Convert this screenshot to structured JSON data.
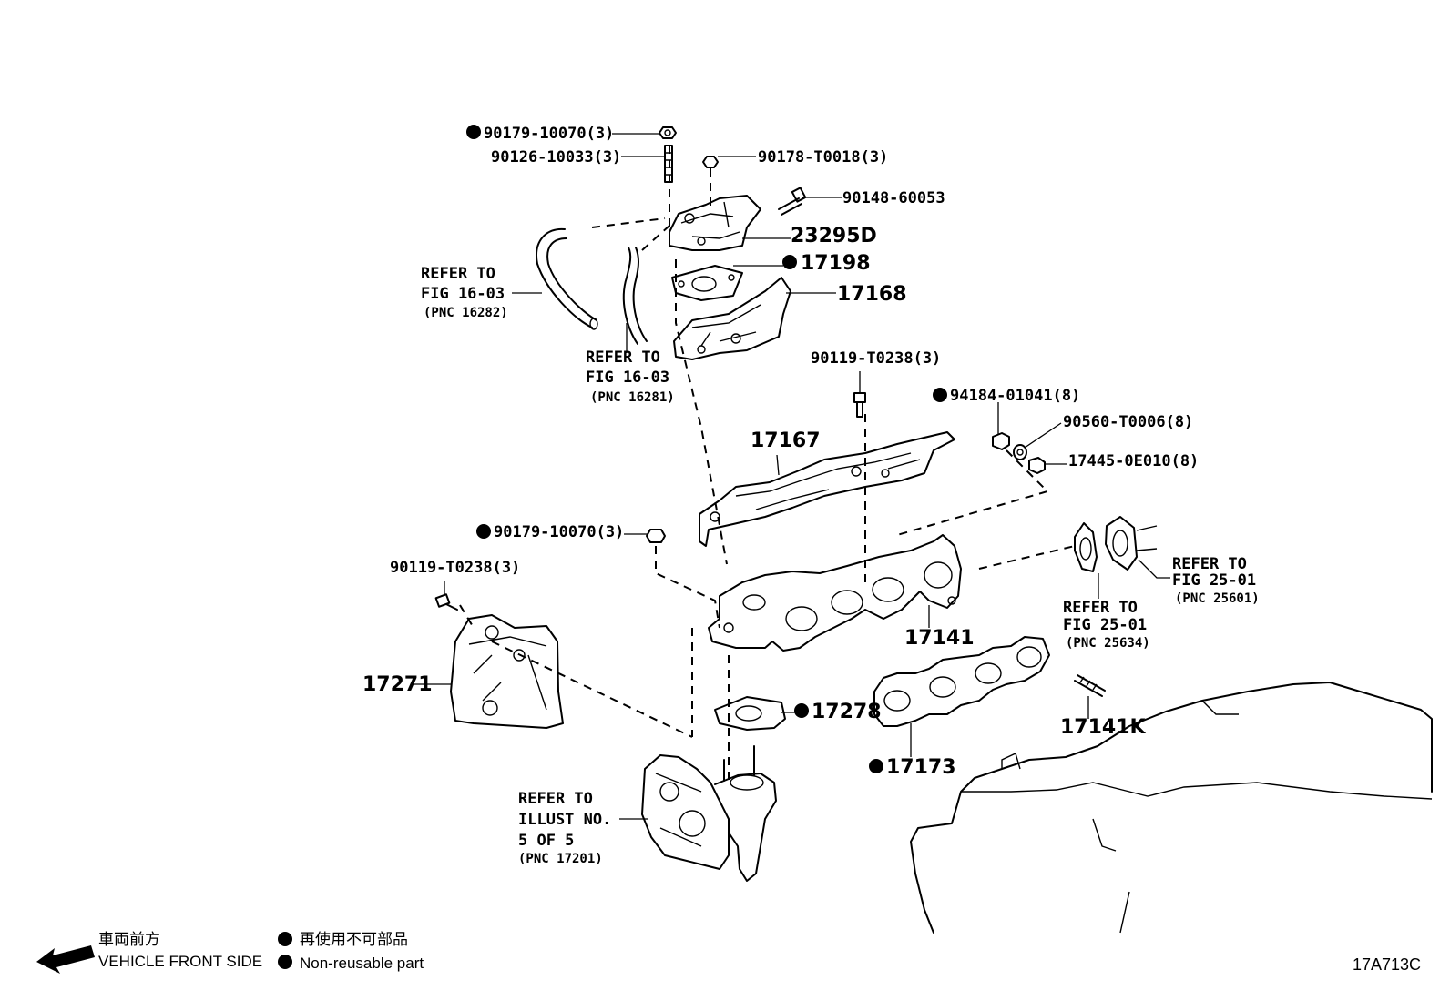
{
  "labels": {
    "nut_top": "90179-10070(3)",
    "stud_top": "90126-10033(3)",
    "nut_egr": "90178-T0018(3)",
    "bolt_egr": "90148-60053",
    "egr_cooler": "23295D",
    "gasket_17198": "17198",
    "insulator_17168": "17168",
    "bolt_mid": "90119-T0238(3)",
    "nut_right": "94184-01041(8)",
    "washer_right": "90560-T0006(8)",
    "nut_17445": "17445-0E010(8)",
    "insulator_17167": "17167",
    "nut_mid": "90179-10070(3)",
    "bolt_left": "90119-T0238(3)",
    "manifold_17141": "17141",
    "insulator_17271": "17271",
    "gasket_17278": "17278",
    "stud_17141k": "17141K",
    "gasket_17173": "17173"
  },
  "refs": {
    "ref_a": {
      "line1": "REFER TO",
      "line2": "FIG 16-03",
      "line3": "(PNC 16282)"
    },
    "ref_b": {
      "line1": "REFER TO",
      "line2": "FIG 16-03",
      "line3": "(PNC 16281)"
    },
    "ref_c": {
      "line1": "REFER TO",
      "line2": "FIG 25-01",
      "line3": "(PNC 25601)"
    },
    "ref_d": {
      "line1": "REFER TO",
      "line2": "FIG 25-01",
      "line3": "(PNC 25634)"
    },
    "ref_e": {
      "line1": "REFER TO",
      "line2": "ILLUST NO.",
      "line3": "5 OF 5",
      "line4": "(PNC 17201)"
    }
  },
  "legend": {
    "front_jp": "車両前方",
    "front_en": "VEHICLE FRONT SIDE",
    "nonreuse_jp": "再使用不可部品",
    "nonreuse_en": "Non-reusable part"
  },
  "illustration_code": "17A713C"
}
